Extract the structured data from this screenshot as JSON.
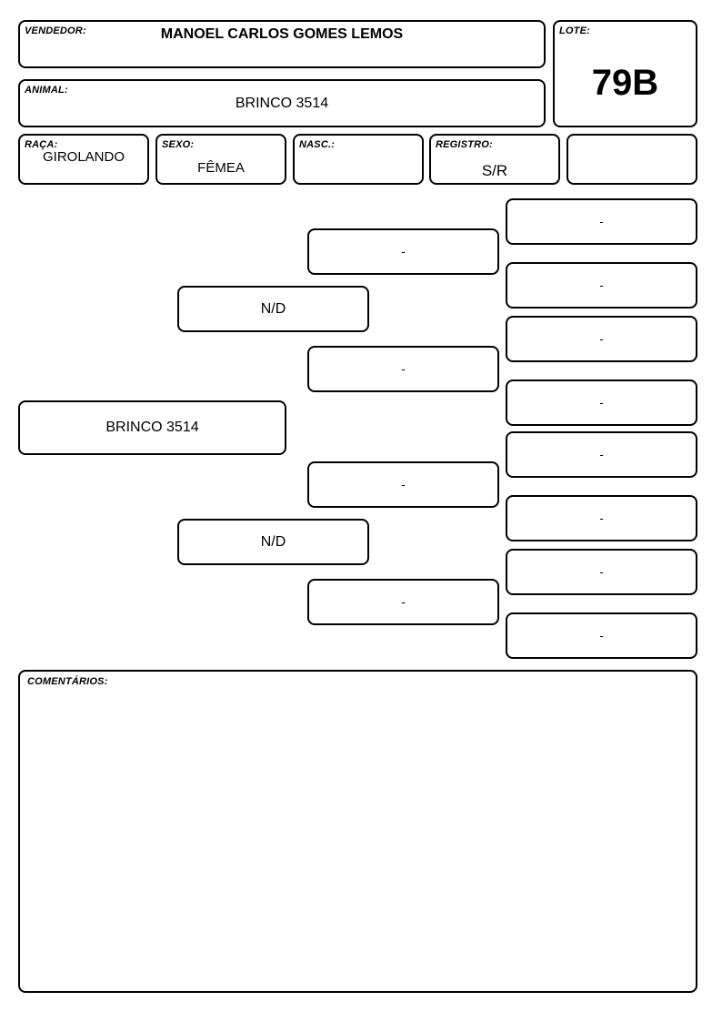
{
  "header": {
    "vendedor_label": "VENDEDOR:",
    "vendedor": "MANOEL CARLOS GOMES LEMOS",
    "lote_label": "LOTE:",
    "lote": "79B",
    "animal_label": "ANIMAL:",
    "animal": "BRINCO 3514"
  },
  "info": {
    "raca_label": "RAÇA:",
    "raca": "GIROLANDO",
    "sexo_label": "SEXO:",
    "sexo": "FÊMEA",
    "nasc_label": "NASC.:",
    "nasc": "",
    "registro_label": "REGISTRO:",
    "registro": "S/R",
    "extra": ""
  },
  "pedigree": {
    "animal": "BRINCO 3514",
    "pai": "N/D",
    "mae": "N/D",
    "avos": [
      "-",
      "-",
      "-",
      "-"
    ],
    "bisavos": [
      "-",
      "-",
      "-",
      "-",
      "-",
      "-",
      "-",
      "-"
    ]
  },
  "comments": {
    "label": "COMENTÁRIOS:",
    "text": ""
  }
}
